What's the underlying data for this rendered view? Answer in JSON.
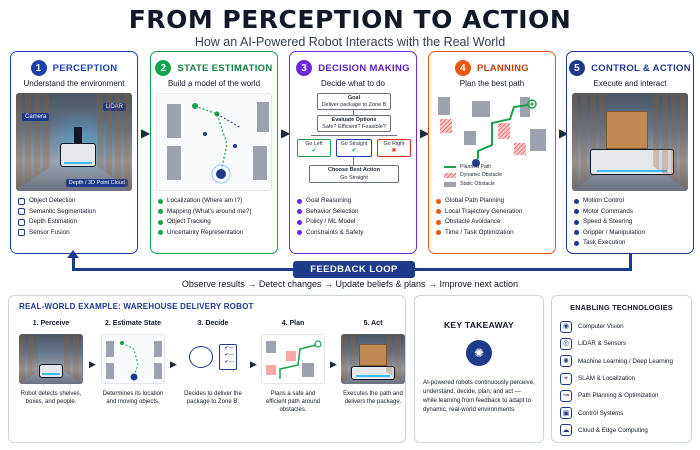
{
  "title": "FROM PERCEPTION TO ACTION",
  "subtitle": "How an AI-Powered Robot Interacts with the Real World",
  "colors": {
    "perception": "#1e40af",
    "state": "#16a34a",
    "decision": "#6d28d9",
    "planning": "#ea580c",
    "control": "#1e3a8a",
    "navy": "#1e3a8a"
  },
  "stages": [
    {
      "num": "1",
      "title": "PERCEPTION",
      "subtitle": "Understand the environment",
      "image_labels": [
        "Camera",
        "LiDAR",
        "Depth / 3D Point Cloud"
      ],
      "bullets": [
        "Object Detection",
        "Semantic Segmentation",
        "Depth Estimation",
        "Sensor Fusion"
      ]
    },
    {
      "num": "2",
      "title": "STATE ESTIMATION",
      "subtitle": "Build a model of the world",
      "bullets": [
        "Localization (Where am I?)",
        "Mapping (What's around me?)",
        "Object Tracking",
        "Uncertainty Representation"
      ]
    },
    {
      "num": "3",
      "title": "DECISION MAKING",
      "subtitle": "Decide what to do",
      "flow": {
        "goal_title": "Goal",
        "goal_text": "Deliver package to Zone B",
        "eval_title": "Evaluate Options",
        "eval_text": "Safe? Efficient? Feasible?",
        "options": [
          "Go Left",
          "Go Straight",
          "Go Right"
        ],
        "choose_title": "Choose Best Action",
        "choose_text": "Go Straight"
      },
      "bullets": [
        "Goal Reasoning",
        "Behavior Selection",
        "Policy / ML Model",
        "Constraints & Safety"
      ]
    },
    {
      "num": "4",
      "title": "PLANNING",
      "subtitle": "Plan the best path",
      "legend": [
        "Planned Path",
        "Dynamic Obstacle",
        "Static Obstacle"
      ],
      "bullets": [
        "Global Path Planning",
        "Local Trajectory Generation",
        "Obstacle Avoidance",
        "Time / Task Optimization"
      ]
    },
    {
      "num": "5",
      "title": "CONTROL & ACTION",
      "subtitle": "Execute and interact",
      "bullets": [
        "Motion Control",
        "Motor Commands",
        "Speed & Steering",
        "Gripper / Manipulation",
        "Task Execution"
      ]
    }
  ],
  "feedback": {
    "label": "FEEDBACK LOOP",
    "text": "Observe results → Detect changes → Update beliefs & plans → Improve next action"
  },
  "example": {
    "title": "REAL-WORLD EXAMPLE: WAREHOUSE DELIVERY ROBOT",
    "steps": [
      {
        "title": "1. Perceive",
        "desc": "Robot detects shelves, boxes, and people."
      },
      {
        "title": "2. Estimate State",
        "desc": "Determines its location and moving objects."
      },
      {
        "title": "3. Decide",
        "desc": "Decides to deliver the package to Zone B."
      },
      {
        "title": "4. Plan",
        "desc": "Plans a safe and efficient path around obstacles."
      },
      {
        "title": "5. Act",
        "desc": "Executes the path and delivers the package."
      }
    ]
  },
  "takeaway": {
    "title": "KEY TAKEAWAY",
    "text": "AI-powered robots continuously perceive, understand, decide, plan, and act — while learning from feedback to adapt to dynamic, real-world environments."
  },
  "enabling": {
    "title": "ENABLING TECHNOLOGIES",
    "items": [
      {
        "icon": "eye-icon",
        "label": "Computer Vision"
      },
      {
        "icon": "lidar-icon",
        "label": "LiDAR & Sensors"
      },
      {
        "icon": "brain-icon",
        "label": "Machine Learning / Deep Learning"
      },
      {
        "icon": "map-icon",
        "label": "SLAM & Localization"
      },
      {
        "icon": "path-icon",
        "label": "Path Planning & Optimization"
      },
      {
        "icon": "chip-icon",
        "label": "Control Systems"
      },
      {
        "icon": "cloud-icon",
        "label": "Cloud & Edge Computing"
      }
    ]
  }
}
